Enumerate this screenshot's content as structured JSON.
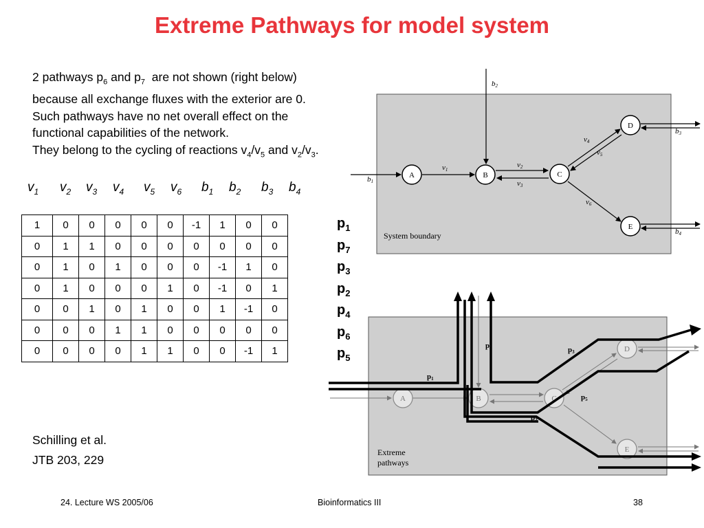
{
  "title": "Extreme Pathways for model system",
  "paragraph": {
    "l1_a": "2 pathways p",
    "l1_s1": "6",
    "l1_b": " and p",
    "l1_s2": "7",
    "l1_c": "  are not shown (right below)",
    "l2": "because all exchange fluxes with the exterior are 0.",
    "l3": "Such pathways have no net overall effect on the",
    "l4": "functional capabilities of the network.",
    "l5_a": "They belong to the cycling of reactions v",
    "l5_s1": "4",
    "l5_b": "/v",
    "l5_s2": "5",
    "l5_c": " and v",
    "l5_s3": "2",
    "l5_d": "/v",
    "l5_s4": "3",
    "l5_e": "."
  },
  "columns": [
    {
      "base": "v",
      "sub": "1"
    },
    {
      "base": "v",
      "sub": "2"
    },
    {
      "base": "v",
      "sub": "3"
    },
    {
      "base": "v",
      "sub": "4"
    },
    {
      "base": "v",
      "sub": "5"
    },
    {
      "base": "v",
      "sub": "6"
    },
    {
      "base": "b",
      "sub": "1"
    },
    {
      "base": "b",
      "sub": "2"
    },
    {
      "base": "b",
      "sub": "3"
    },
    {
      "base": "b",
      "sub": "4"
    }
  ],
  "matrix": [
    [
      "1",
      "0",
      "0",
      "0",
      "0",
      "0",
      "-1",
      "1",
      "0",
      "0"
    ],
    [
      "0",
      "1",
      "1",
      "0",
      "0",
      "0",
      "0",
      "0",
      "0",
      "0"
    ],
    [
      "0",
      "1",
      "0",
      "1",
      "0",
      "0",
      "0",
      "-1",
      "1",
      "0"
    ],
    [
      "0",
      "1",
      "0",
      "0",
      "0",
      "1",
      "0",
      "-1",
      "0",
      "1"
    ],
    [
      "0",
      "0",
      "1",
      "0",
      "1",
      "0",
      "0",
      "1",
      "-1",
      "0"
    ],
    [
      "0",
      "0",
      "0",
      "1",
      "1",
      "0",
      "0",
      "0",
      "0",
      "0"
    ],
    [
      "0",
      "0",
      "0",
      "0",
      "1",
      "1",
      "0",
      "0",
      "-1",
      "1"
    ]
  ],
  "row_labels": [
    {
      "base": "p",
      "sub": "1"
    },
    {
      "base": "p",
      "sub": "7"
    },
    {
      "base": "p",
      "sub": "3"
    },
    {
      "base": "p",
      "sub": "2"
    },
    {
      "base": "p",
      "sub": "4"
    },
    {
      "base": "p",
      "sub": "6"
    },
    {
      "base": "p",
      "sub": "5"
    }
  ],
  "reference": {
    "line1": "Schilling et al.",
    "line2": "JTB 203, 229"
  },
  "top_diagram": {
    "nodes": {
      "a": "A",
      "b": "B",
      "c": "C",
      "d": "D",
      "e": "E"
    },
    "flux_b1": "b",
    "flux_b1_sub": "1",
    "flux_b2": "b",
    "flux_b2_sub": "2",
    "flux_b3": "b",
    "flux_b3_sub": "3",
    "flux_b4": "b",
    "flux_b4_sub": "4",
    "flux_v1": "v",
    "flux_v1_sub": "1",
    "flux_v2": "v",
    "flux_v2_sub": "2",
    "flux_v3": "v",
    "flux_v3_sub": "3",
    "flux_v4": "v",
    "flux_v4_sub": "4",
    "flux_v5": "v",
    "flux_v5_sub": "5",
    "flux_v6": "v",
    "flux_v6_sub": "6",
    "boundary_label": "System boundary"
  },
  "bottom_diagram": {
    "nodes": {
      "a": "A",
      "b": "B",
      "c": "C",
      "d": "D",
      "e": "E"
    },
    "p1": "p",
    "p1_sub": "1",
    "p2": "p",
    "p2_sub": "2",
    "p3": "p",
    "p3_sub": "3",
    "p4": "p",
    "p4_sub": "4",
    "p5": "p",
    "p5_sub": "5",
    "label_line1": "Extreme",
    "label_line2": "pathways"
  },
  "footer": {
    "left": "24. Lecture WS 2005/06",
    "center": "Bioinformatics III",
    "right": "38"
  },
  "colors": {
    "title": "#e8353b",
    "diagram_fill": "#cfcfcf"
  }
}
